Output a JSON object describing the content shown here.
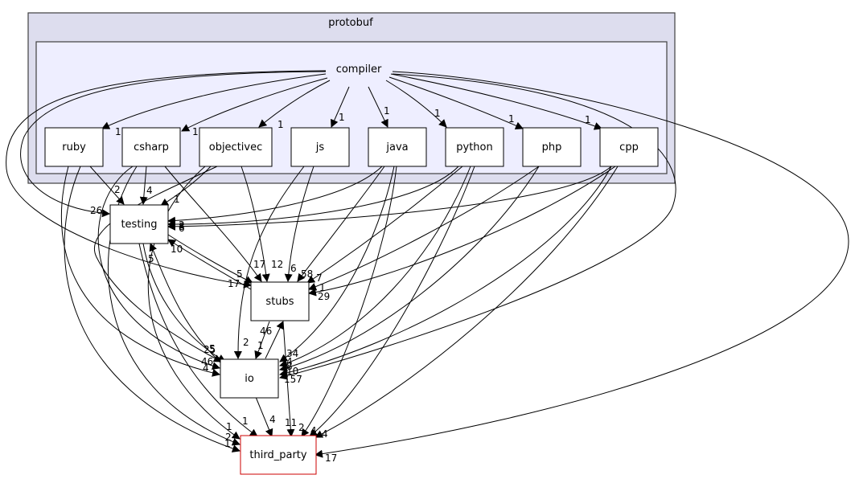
{
  "diagram": {
    "clusters": {
      "protobuf": "protobuf",
      "compiler": "compiler"
    },
    "nodes": {
      "ruby": "ruby",
      "csharp": "csharp",
      "objectivec": "objectivec",
      "js": "js",
      "java": "java",
      "python": "python",
      "php": "php",
      "cpp": "cpp",
      "testing": "testing",
      "stubs": "stubs",
      "io": "io",
      "third_party": "third_party"
    },
    "edge_labels": {
      "compiler_ruby": "1",
      "compiler_csharp": "1",
      "compiler_objectivec": "1",
      "compiler_js": "1",
      "compiler_java": "1",
      "compiler_python": "1",
      "compiler_php": "1",
      "compiler_cpp": "1",
      "compiler_testing": "26",
      "compiler_stubs": "17",
      "compiler_thirdparty": "17",
      "ruby_testing": "2",
      "csharp_testing": "4",
      "objectivec_testing": "1",
      "testing_right_a": "2",
      "testing_right_b": "8",
      "testing_right_c": "6",
      "stubs_testing": "10",
      "testing_stubs": "5",
      "csharp_stubs": "17",
      "objectivec_stubs": "12",
      "js_stubs": "6",
      "java_stubs": "58",
      "python_stubs": "7",
      "php_stubs": "1",
      "cpp_stubs": "29",
      "io_testing": "5",
      "testing_io_a": "25",
      "testing_io_b": "5",
      "ruby_io": "4",
      "csharp_io": "46",
      "js_io": "2",
      "stubs_io": "1",
      "io_stubs": "46",
      "java_io": "34",
      "python_io": "4",
      "php_io": "8",
      "cpp_io_a": "10",
      "cpp_io_b": "157",
      "ruby_thirdparty": "1",
      "csharp_thirdparty": "2",
      "objectivec_thirdparty": "1",
      "testing_thirdparty": "1",
      "io_thirdparty": "4",
      "stubs_thirdparty": "11",
      "java_thirdparty": "2",
      "python_thirdparty": "4",
      "cpp_thirdparty": "4"
    }
  }
}
